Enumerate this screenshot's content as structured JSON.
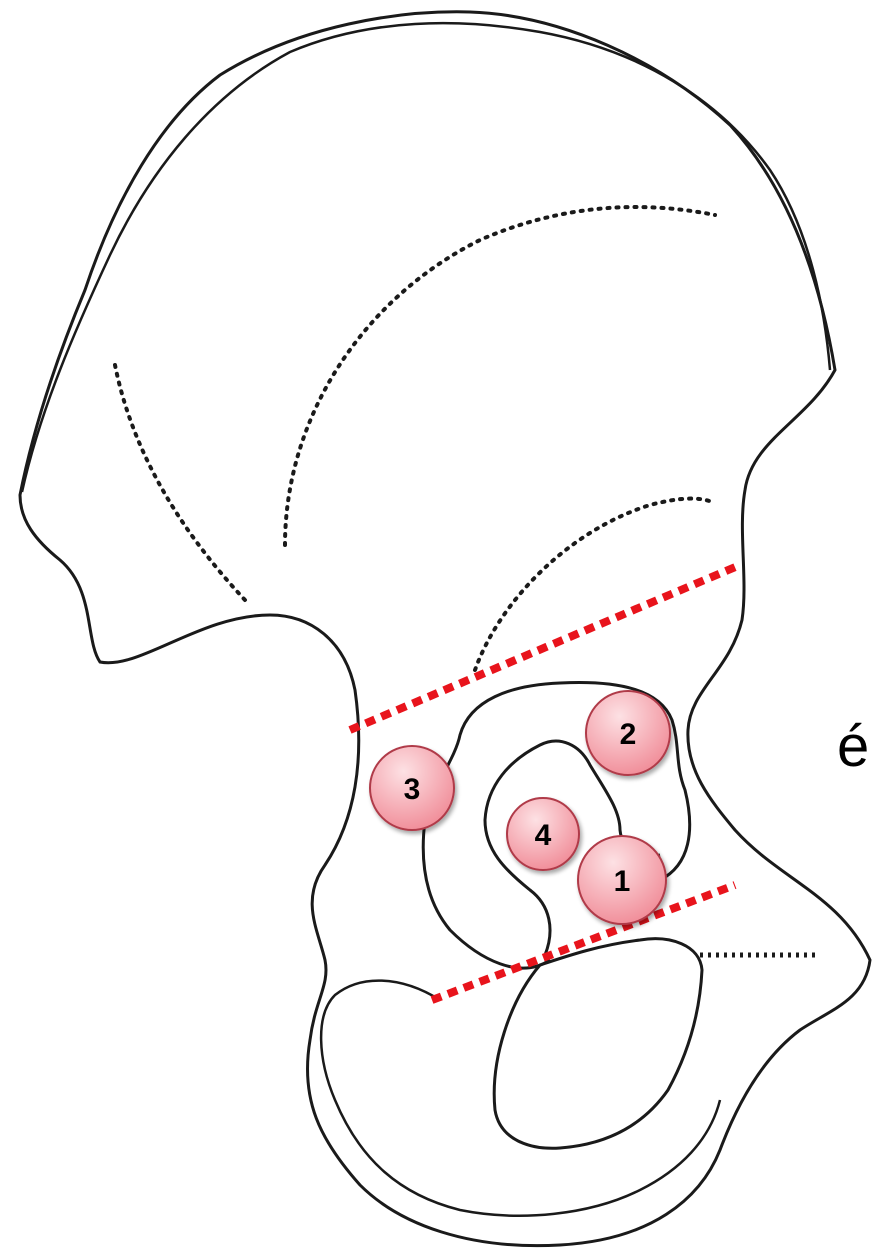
{
  "cropped_edge_text": "é",
  "colors": {
    "outline": "#1a1a1a",
    "dotted_line": "#e8141c",
    "marker_fill_light": "#fde1e4",
    "marker_fill_dark": "#f08a96",
    "marker_stroke": "#b03a48",
    "label_text": "#000000"
  },
  "markers": [
    {
      "id": "marker-1",
      "label": "1"
    },
    {
      "id": "marker-2",
      "label": "2"
    },
    {
      "id": "marker-3",
      "label": "3"
    },
    {
      "id": "marker-4",
      "label": "4"
    }
  ]
}
